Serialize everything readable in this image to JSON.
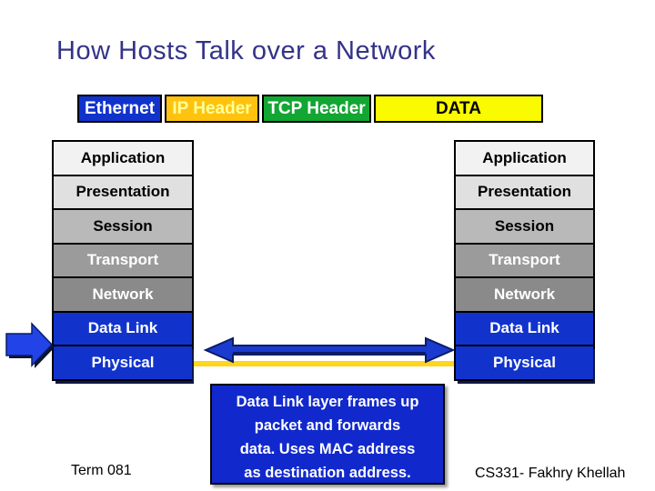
{
  "slide": {
    "title": "How Hosts Talk over a Network",
    "footer_left": "Term 081",
    "footer_right": "CS331- Fakhry Khellah"
  },
  "packet_bar": {
    "segments": [
      {
        "label": "Ethernet",
        "bg": "#1133CC",
        "fg": "#FFFFFF"
      },
      {
        "label": "IP Header",
        "bg": "#FFC20E",
        "fg": "#FFFF99"
      },
      {
        "label": "TCP Header",
        "bg": "#12A632",
        "fg": "#FFFFFF"
      },
      {
        "label": "DATA",
        "bg": "#FAFA00",
        "fg": "#000000"
      }
    ]
  },
  "osi_layers": [
    {
      "label": "Application",
      "bg": "#F2F2F2",
      "fg": "#000000"
    },
    {
      "label": "Presentation",
      "bg": "#E0E0E0",
      "fg": "#000000"
    },
    {
      "label": "Session",
      "bg": "#B9B9B9",
      "fg": "#000000"
    },
    {
      "label": "Transport",
      "bg": "#9B9B9B",
      "fg": "#FFFFFF"
    },
    {
      "label": "Network",
      "bg": "#8A8A8A",
      "fg": "#FFFFFF"
    },
    {
      "label": "Data Link",
      "bg": "#1133CC",
      "fg": "#FFFFFF"
    },
    {
      "label": "Physical",
      "bg": "#1133CC",
      "fg": "#FFFFFF"
    }
  ],
  "callout": {
    "lines": [
      "Data Link layer frames up",
      "packet and forwards",
      "data. Uses MAC address",
      "as destination address."
    ],
    "bg": "#1129CC",
    "fg": "#FFFFFF"
  },
  "decor": {
    "title_color": "#333388",
    "arrow_color": "#1B3ACF",
    "arrow_outline": "#0A1C66",
    "block_arrow_color": "#2143E8",
    "block_arrow_shadow": "#0D1430",
    "link_line_color": "#FFD51E"
  }
}
